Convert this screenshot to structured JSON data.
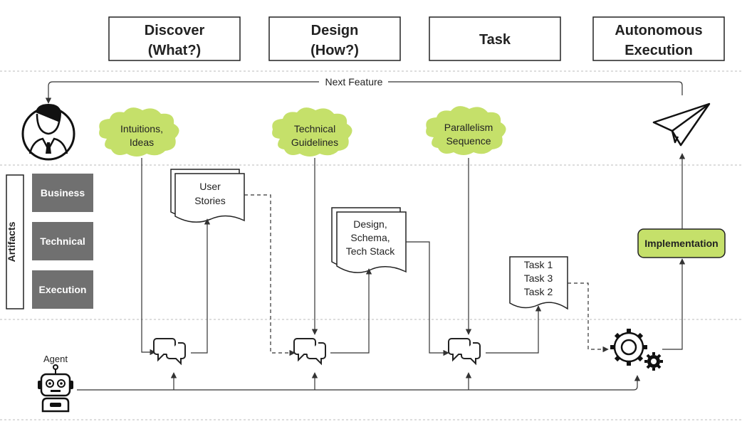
{
  "phases": [
    {
      "line1": "Discover",
      "line2": "(What?)"
    },
    {
      "line1": "Design",
      "line2": "(How?)"
    },
    {
      "line1": "Task",
      "line2": ""
    },
    {
      "line1": "Autonomous",
      "line2": "Execution"
    }
  ],
  "next_feature_label": "Next Feature",
  "clouds": [
    {
      "line1": "Intuitions,",
      "line2": "Ideas"
    },
    {
      "line1": "Technical",
      "line2": "Guidelines"
    },
    {
      "line1": "Parallelism",
      "line2": "Sequence"
    }
  ],
  "artifacts": {
    "title": "Artifacts",
    "items": [
      "Business",
      "Technical",
      "Execution"
    ]
  },
  "documents": {
    "user_stories": [
      "User",
      "Stories"
    ],
    "design": [
      "Design,",
      "Schema,",
      "Tech Stack"
    ],
    "tasks": [
      "Task 1",
      "Task 3",
      "Task 2"
    ]
  },
  "implementation_label": "Implementation",
  "agent_label": "Agent",
  "colors": {
    "accent_green": "#c5e06a",
    "artifact_gray": "#707070",
    "line": "#333333",
    "dashed_divider": "#bbbbbb"
  }
}
